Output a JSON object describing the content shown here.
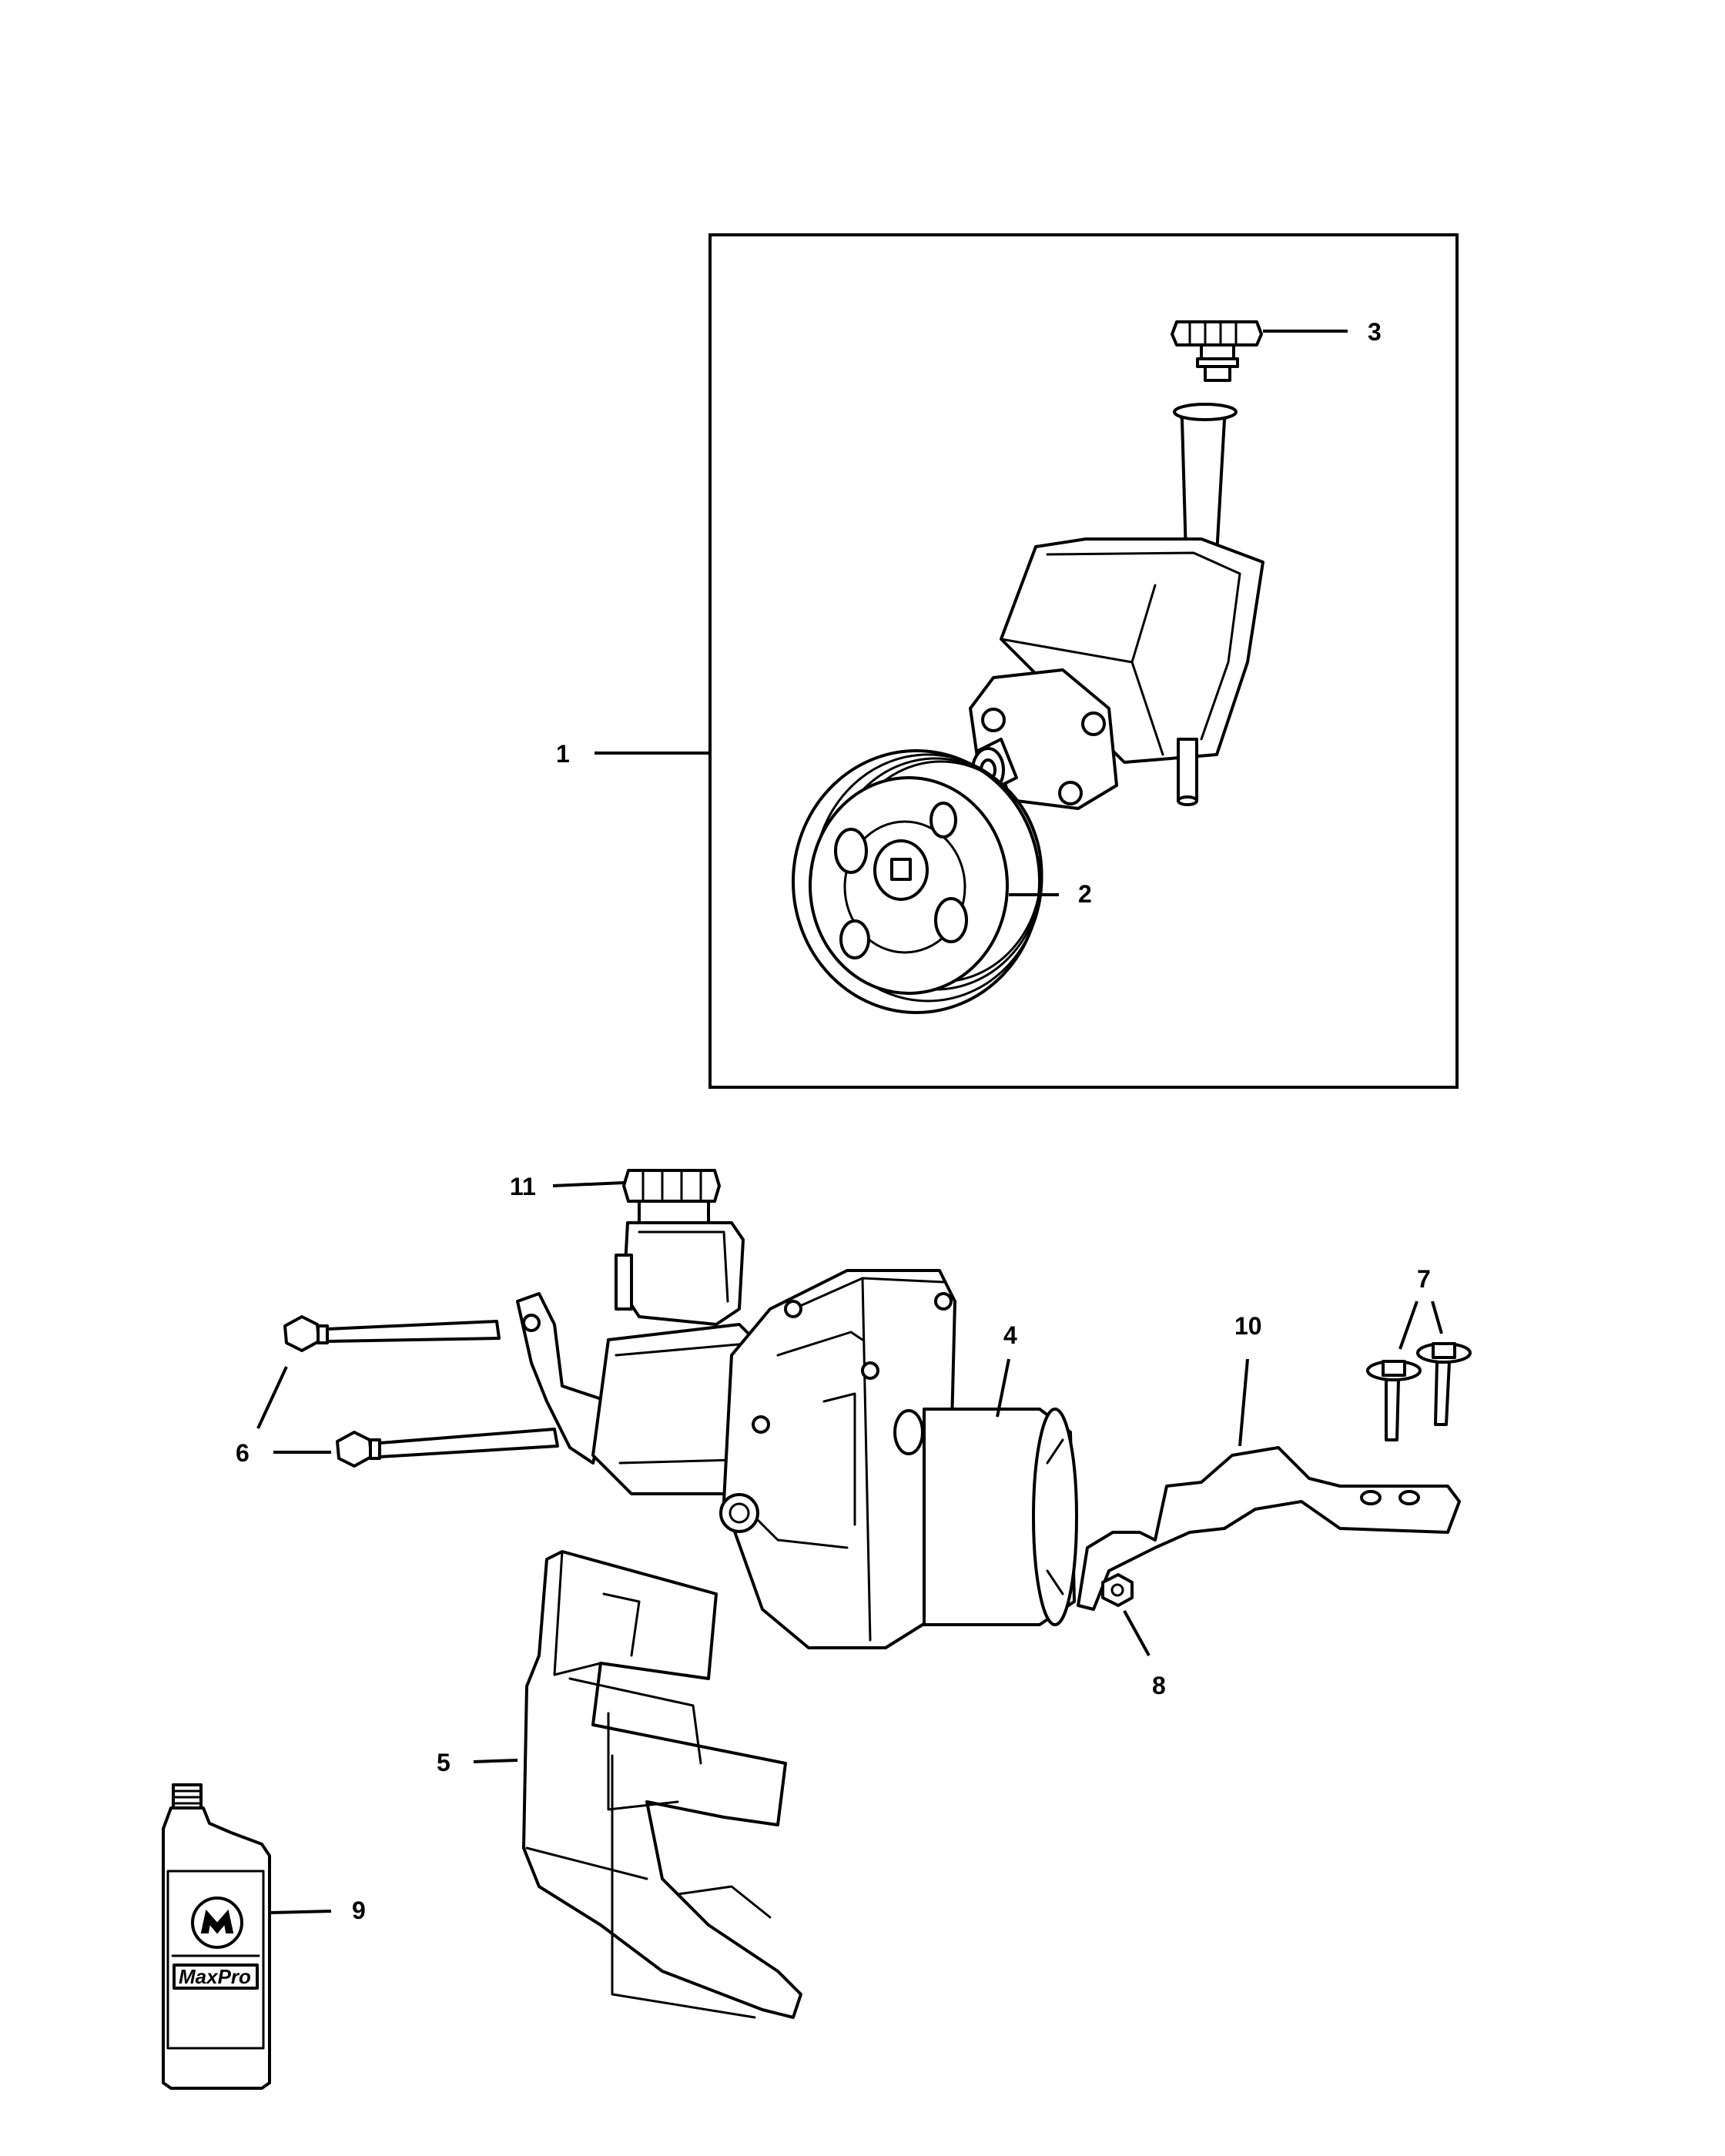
{
  "callouts": {
    "c1": "1",
    "c2": "2",
    "c3": "3",
    "c4": "4",
    "c5": "5",
    "c6": "6",
    "c7": "7",
    "c8": "8",
    "c9": "9",
    "c10": "10",
    "c11": "11"
  },
  "bottle": {
    "brand_text": "MaxPro"
  },
  "colors": {
    "line": "#000000",
    "background": "#ffffff"
  }
}
